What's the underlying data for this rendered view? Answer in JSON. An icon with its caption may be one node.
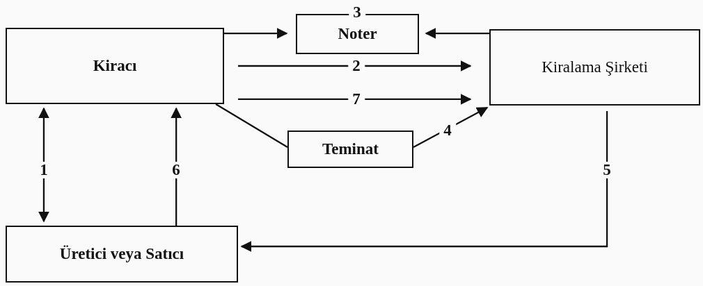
{
  "diagram": {
    "nodes": [
      {
        "text": [
          "Kiracı"
        ]
      },
      {
        "text": [
          "Noter"
        ],
        "beside": [
          "3"
        ]
      },
      {
        "text": [
          "Kiralama Şirketi"
        ]
      },
      {
        "text": [
          "Teminat"
        ]
      },
      {
        "text": [
          "Üretici veya Satıcı"
        ]
      }
    ],
    "edges": [
      {
        "from": 0,
        "to": 1,
        "arrow": "to"
      },
      {
        "from": 2,
        "to": 1,
        "arrow": "to"
      },
      {
        "from": 0,
        "to": 2,
        "label": "2",
        "arrow": "to"
      },
      {
        "from": 0,
        "to": 2,
        "label": "7",
        "arrow": "to"
      },
      {
        "from": 0,
        "to": 3,
        "arrow": "none"
      },
      {
        "from": 3,
        "to": 2,
        "label": "4",
        "arrow": "to"
      },
      {
        "from": 2,
        "to": 4,
        "label": "5",
        "arrow": "to"
      },
      {
        "from": 4,
        "to": 0,
        "label": "6",
        "arrow": "to"
      },
      {
        "from": 0,
        "to": 4,
        "label": "1",
        "arrow": "both"
      }
    ]
  }
}
